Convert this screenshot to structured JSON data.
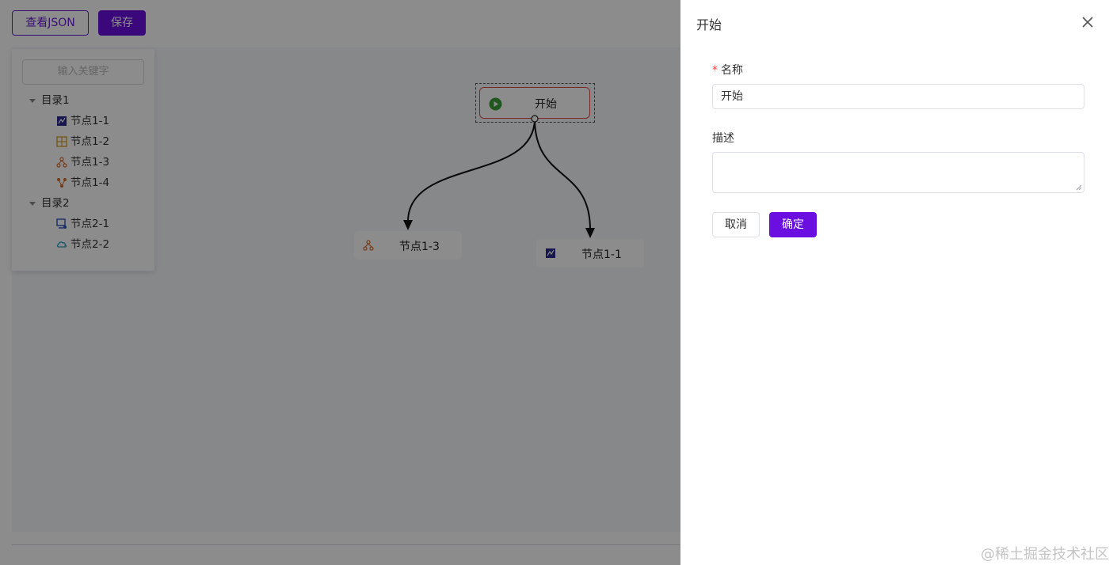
{
  "toolbar": {
    "view_json_label": "查看JSON",
    "save_label": "保存"
  },
  "tree": {
    "search_placeholder": "输入关键字",
    "groups": [
      {
        "label": "目录1",
        "items": [
          {
            "label": "节点1-1",
            "icon": "chart-icon"
          },
          {
            "label": "节点1-2",
            "icon": "grid-icon"
          },
          {
            "label": "节点1-3",
            "icon": "hierarchy-icon"
          },
          {
            "label": "节点1-4",
            "icon": "network-icon"
          }
        ]
      },
      {
        "label": "目录2",
        "items": [
          {
            "label": "节点2-1",
            "icon": "flow-icon"
          },
          {
            "label": "节点2-2",
            "icon": "cloud-icon"
          }
        ]
      }
    ]
  },
  "graph": {
    "start_label": "开始",
    "node_a_label": "节点1-3",
    "node_b_label": "节点1-1"
  },
  "drawer": {
    "title": "开始",
    "name_label": "名称",
    "name_value": "开始",
    "desc_label": "描述",
    "desc_value": "",
    "cancel_label": "取消",
    "ok_label": "确定"
  },
  "colors": {
    "primary": "#6a0fe0",
    "required": "#f04848",
    "start_border": "#e04848"
  },
  "watermark": "@稀土掘金技术社区"
}
